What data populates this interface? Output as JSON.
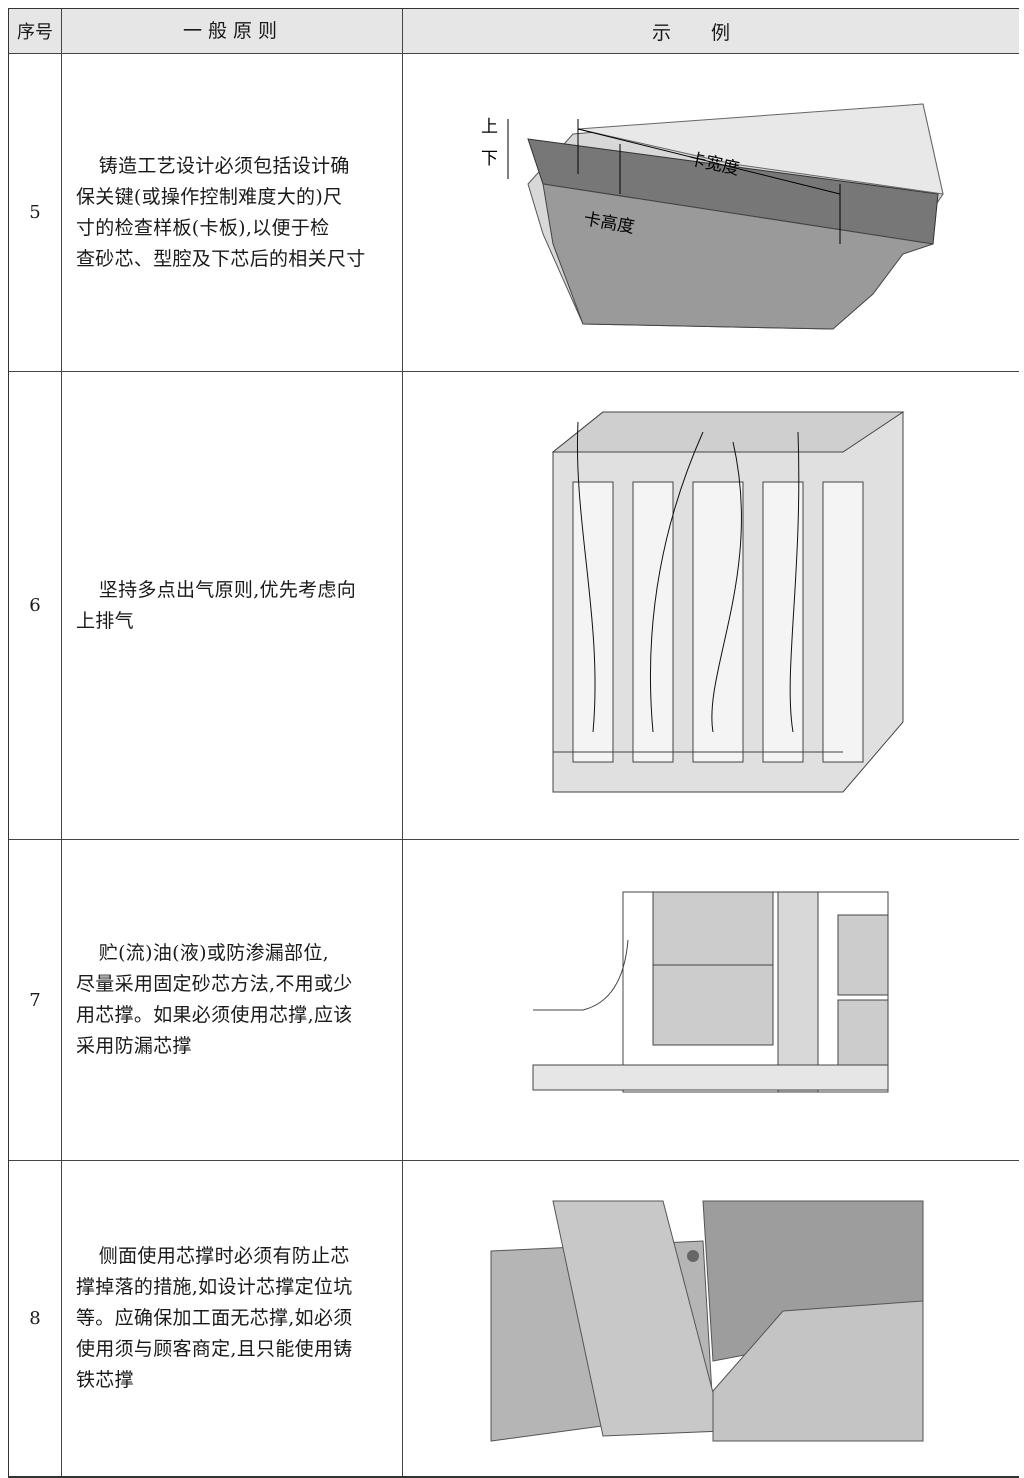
{
  "header": {
    "no": "序号",
    "principle": "一般原则",
    "example": "示例"
  },
  "rows": [
    {
      "no": "5",
      "lines": [
        "铸造工艺设计必须包括设计确",
        "保关键(或操作控制难度大的)尺",
        "寸的检查样板(卡板),以便于检",
        "查砂芯、型腔及下芯后的相关尺寸"
      ],
      "figure": {
        "up": "上",
        "down": "下",
        "width_label": "卡宽度",
        "height_label": "卡高度"
      }
    },
    {
      "no": "6",
      "lines": [
        "坚持多点出气原则,优先考虑向",
        "上排气"
      ]
    },
    {
      "no": "7",
      "lines": [
        "贮(流)油(液)或防渗漏部位,",
        "尽量采用固定砂芯方法,不用或少",
        "用芯撑。如果必须使用芯撑,应该",
        "采用防漏芯撑"
      ]
    },
    {
      "no": "8",
      "lines": [
        "侧面使用芯撑时必须有防止芯",
        "撑掉落的措施,如设计芯撑定位坑",
        "等。应确保加工面无芯撑,如必须",
        "使用须与顾客商定,且只能使用铸",
        "铁芯撑"
      ]
    }
  ]
}
